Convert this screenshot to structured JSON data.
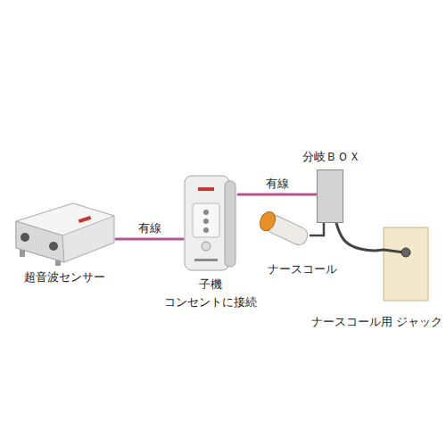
{
  "diagram": {
    "nodes": [
      {
        "text": [
          "超音波センサー"
        ]
      },
      {
        "text": [
          "子機",
          "コンセントに接続"
        ]
      },
      {
        "text": [
          "ナースコール"
        ]
      },
      {
        "text": [
          "分岐ＢＯＸ"
        ]
      },
      {
        "text": [
          "ナースコール用 ジャック"
        ]
      }
    ],
    "edges": [
      {
        "from": 0,
        "to": 1,
        "arrow": "none",
        "label": "有線"
      },
      {
        "from": 1,
        "to": 3,
        "arrow": "none",
        "label": "有線"
      },
      {
        "from": 2,
        "to": 3,
        "arrow": "none"
      },
      {
        "from": 3,
        "to": 4,
        "arrow": "none"
      }
    ]
  }
}
